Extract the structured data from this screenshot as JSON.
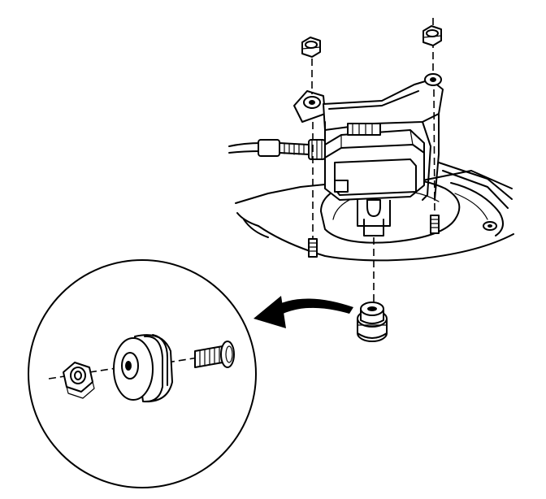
{
  "diagram": {
    "background_color": "#ffffff",
    "line_color": "#000000",
    "parts": [
      {
        "id": "mounting-nut-left",
        "icon": "hex-nut-icon"
      },
      {
        "id": "mounting-nut-right",
        "icon": "hex-nut-icon"
      },
      {
        "id": "module-bracket",
        "icon": "bracket-icon"
      },
      {
        "id": "module-housing",
        "icon": "module-box-icon"
      },
      {
        "id": "control-cable",
        "icon": "cable-icon"
      },
      {
        "id": "mounting-stud-left",
        "icon": "threaded-stud-icon"
      },
      {
        "id": "mounting-stud-right",
        "icon": "threaded-stud-icon"
      },
      {
        "id": "isolator-grommet",
        "icon": "grommet-icon"
      },
      {
        "id": "detail-view",
        "icon": "magnified-circle-icon"
      },
      {
        "id": "detail-nut",
        "icon": "hex-nut-icon"
      },
      {
        "id": "detail-grommet",
        "icon": "grommet-icon"
      },
      {
        "id": "detail-bolt",
        "icon": "bolt-icon"
      },
      {
        "id": "detail-arrow",
        "icon": "curved-arrow-icon"
      }
    ]
  }
}
